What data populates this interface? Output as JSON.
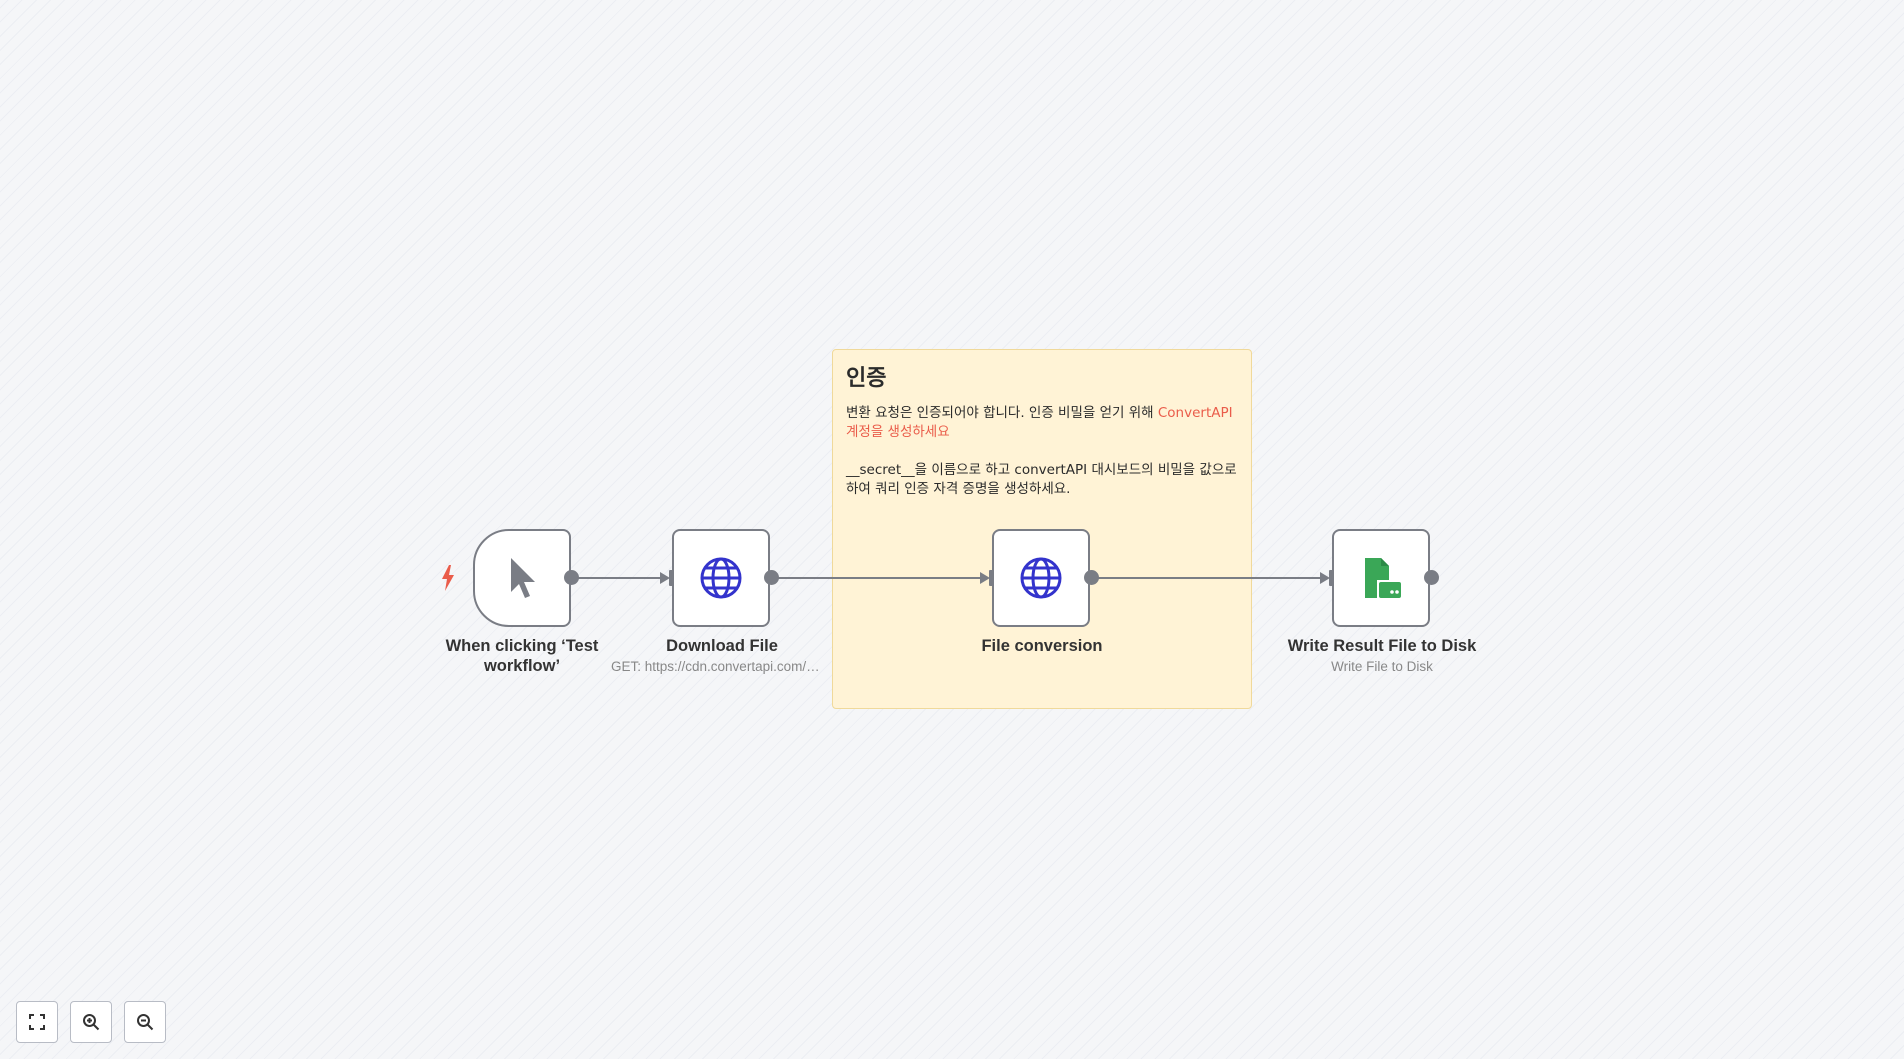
{
  "sticky_note": {
    "title": "인증",
    "body_text": "변환 요청은 인증되어야 합니다. 인증 비밀을 얻기 위해 ",
    "link_text": "ConvertAPI 계정을 생성하세요",
    "body_text_2": "__secret__을 이름으로 하고 convertAPI 대시보드의 비밀을 값으로 하여 쿼리 인증 자격 증명을 생성하세요."
  },
  "nodes": [
    {
      "id": "trigger",
      "label": "When clicking ‘Test workflow’",
      "subtitle": "",
      "icon": "cursor-icon",
      "icon_color": "#7a7d85"
    },
    {
      "id": "download",
      "label": "Download File",
      "subtitle": "GET: https://cdn.convertapi.com/public/files/demo.pdf",
      "icon": "globe-icon",
      "icon_color": "#3333cc"
    },
    {
      "id": "convert",
      "label": "File conversion",
      "subtitle": "",
      "icon": "globe-icon",
      "icon_color": "#3333cc"
    },
    {
      "id": "write",
      "label": "Write Result File to Disk",
      "subtitle": "Write File to Disk",
      "icon": "file-disk-icon",
      "icon_color": "#3aa757"
    }
  ],
  "colors": {
    "trigger_bolt": "#ea5c4a",
    "edge": "#7a7d85",
    "sticky_bg": "#fff3d6"
  },
  "controls": [
    {
      "id": "fit",
      "icon": "fit-view-icon"
    },
    {
      "id": "zoom-in",
      "icon": "zoom-in-icon"
    },
    {
      "id": "zoom-out",
      "icon": "zoom-out-icon"
    }
  ]
}
